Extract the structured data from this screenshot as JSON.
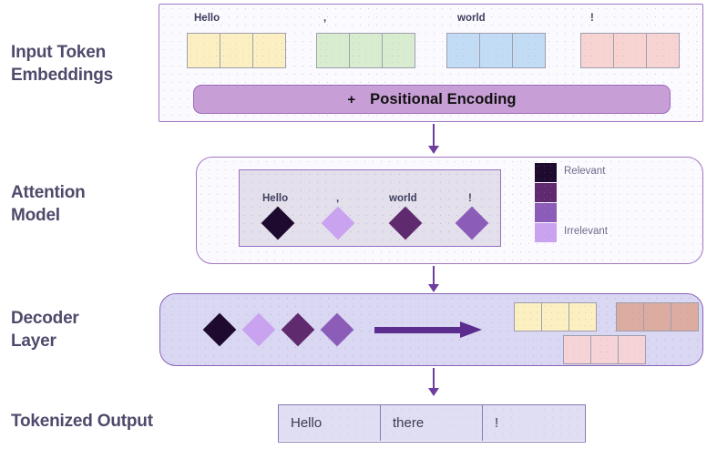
{
  "rows": {
    "input": {
      "label": "Input Token\nEmbeddings"
    },
    "attention": {
      "label": "Attention\nModel"
    },
    "decoder": {
      "label": "Decoder\nLayer"
    },
    "output": {
      "label": "Tokenized Output"
    }
  },
  "input_section": {
    "tokens": [
      {
        "label": "Hello",
        "color": "#fcefc2",
        "cells": 3
      },
      {
        "label": ",",
        "color": "#d8ecd0",
        "cells": 3
      },
      {
        "label": "world",
        "color": "#c3dcf5",
        "cells": 3
      },
      {
        "label": "!",
        "color": "#f7d4d2",
        "cells": 3
      }
    ],
    "positional_encoding": {
      "plus": "+",
      "text": "Positional Encoding",
      "bar_color": "#c79ed5"
    }
  },
  "attention_section": {
    "tokens": [
      {
        "label": "Hello",
        "relevance": "most-relevant",
        "color": "#1e0a2e"
      },
      {
        "label": ",",
        "relevance": "irrelevant",
        "color": "#c9a2f0"
      },
      {
        "label": "world",
        "relevance": "relevant",
        "color": "#5f2a6e"
      },
      {
        "label": "!",
        "relevance": "somewhat-relevant",
        "color": "#8b5cb8"
      }
    ],
    "legend": {
      "top_label": "Relevant",
      "bottom_label": "Irrelevant",
      "swatches": [
        "#1e0a2e",
        "#5f2a6e",
        "#8b5cb8",
        "#c9a2f0"
      ]
    }
  },
  "decoder_section": {
    "diamonds": [
      {
        "color": "#1e0a2e"
      },
      {
        "color": "#c9a2f0"
      },
      {
        "color": "#5f2a6e"
      },
      {
        "color": "#8b5cb8"
      }
    ],
    "arrow_color": "#5b2d8e",
    "output_blocks": [
      {
        "name": "yellow-embedding",
        "color": "#fcefc2",
        "cells": 3
      },
      {
        "name": "salmon-embedding",
        "color": "#ddaca1",
        "cells": 3
      },
      {
        "name": "rose-embedding",
        "color": "#f6d3d6",
        "cells": 3
      }
    ]
  },
  "output_section": {
    "cells": [
      "Hello",
      "there",
      "!"
    ]
  },
  "colors": {
    "label_text": "#4e4a6b",
    "panel_border": "#a277c2",
    "connector": "#6f3d9e",
    "decoder_fill": "#d9d7f2"
  }
}
